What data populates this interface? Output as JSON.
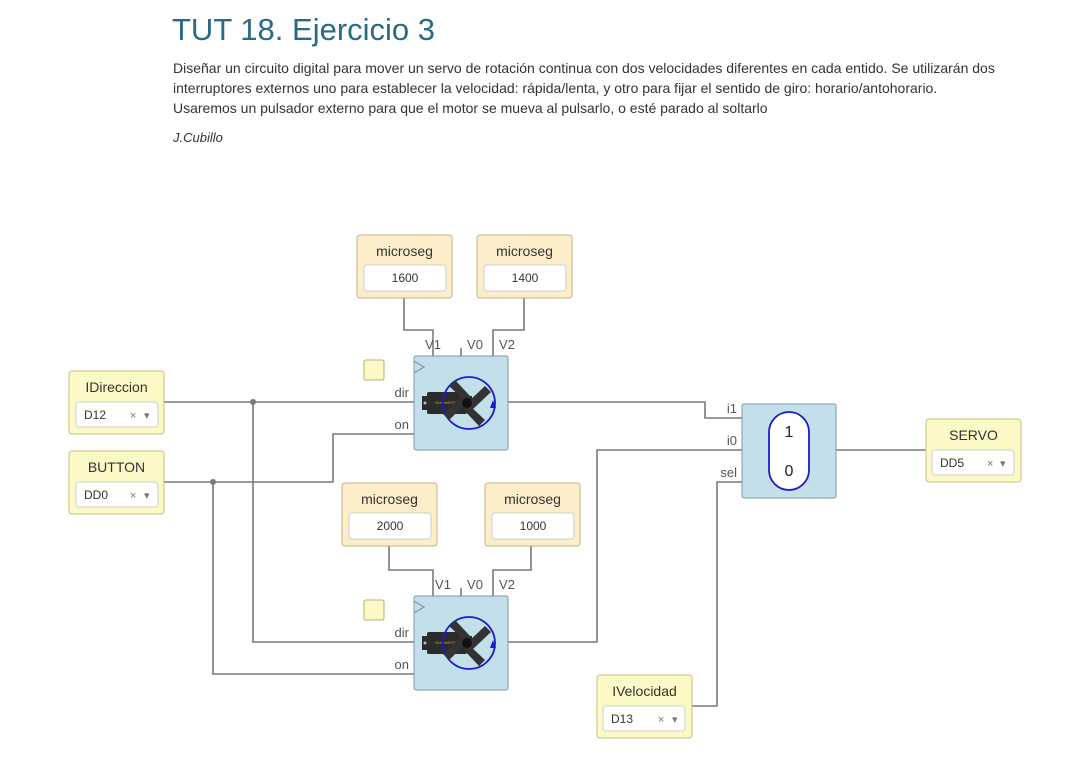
{
  "page": {
    "title": "TUT 18. Ejercicio 3",
    "description": "Diseñar un circuito digital para mover un servo de rotación continua con dos velocidades diferentes en cada entido. Se utilizarán dos interruptores externos uno para establecer la velocidad: rápida/lenta, y otro para fijar el sentido de giro: horario/antohorario. Usaremos un pulsador externo para que el motor se mueva al pulsarlo, o esté parado al soltarlo",
    "author": "J.Cubillo"
  },
  "colors": {
    "param_box": "#fdeecb",
    "io_box": "#fdf9c7",
    "block": "#c3dfea",
    "wire": "#7a7a7a",
    "title": "#2a6a86",
    "accent": "#1a1ad0"
  },
  "constants": {
    "c1": {
      "label": "microseg",
      "value": "1600"
    },
    "c2": {
      "label": "microseg",
      "value": "1400"
    },
    "c3": {
      "label": "microseg",
      "value": "2000"
    },
    "c4": {
      "label": "microseg",
      "value": "1000"
    }
  },
  "inputs": {
    "idireccion": {
      "label": "IDireccion",
      "pin": "D12"
    },
    "button": {
      "label": "BUTTON",
      "pin": "DD0"
    },
    "ivelocidad": {
      "label": "IVelocidad",
      "pin": "D13"
    }
  },
  "outputs": {
    "servo": {
      "label": "SERVO",
      "pin": "DD5"
    }
  },
  "servo_block": {
    "port_v1": "V1",
    "port_v0": "V0",
    "port_v2": "V2",
    "port_dir": "dir",
    "port_on": "on",
    "icon": "servo-motor-icon"
  },
  "mux": {
    "port_i1": "i1",
    "port_i0": "i0",
    "port_sel": "sel",
    "label_1": "1",
    "label_0": "0"
  },
  "select_clear": "×",
  "select_arrow": "▾"
}
